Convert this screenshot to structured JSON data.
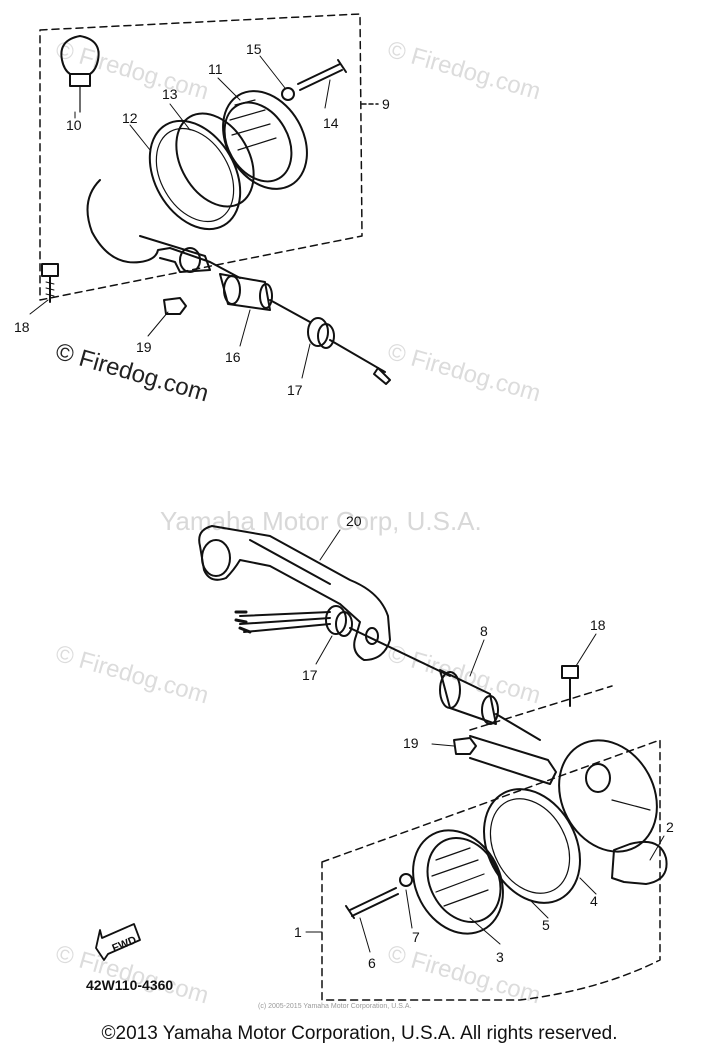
{
  "watermarks": {
    "firedog": "© Firedog.com",
    "company": "Yamaha Motor Corp, U.S.A."
  },
  "callouts": {
    "p1": "1",
    "p2": "2",
    "p3": "3",
    "p4": "4",
    "p5": "5",
    "p6": "6",
    "p7": "7",
    "p8": "8",
    "p9": "9",
    "p10": "10",
    "p11": "11",
    "p12": "12",
    "p13": "13",
    "p14": "14",
    "p15": "15",
    "p16": "16",
    "p17a": "17",
    "p17b": "17",
    "p18a": "18",
    "p18b": "18",
    "p19a": "19",
    "p19b": "19",
    "p20": "20"
  },
  "fwd_label": "FWD",
  "diagram_code": "42W110-4360",
  "small_copyright": "(c) 2005-2015 Yamaha Motor Corporation, U.S.A.",
  "footer": "©2013 Yamaha Motor Corporation, U.S.A. All rights reserved.",
  "colors": {
    "line": "#111111",
    "watermark": "#dcdcdc"
  }
}
